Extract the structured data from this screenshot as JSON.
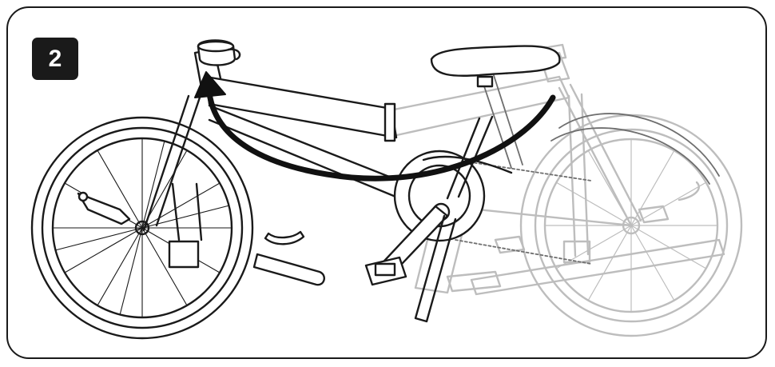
{
  "step": {
    "number": "2"
  },
  "colors": {
    "outline": "#1a1a1a",
    "ghost": "#bdbdbd",
    "arrow": "#111111",
    "badge_bg": "#1a1a1a",
    "badge_text": "#ffffff"
  },
  "icons": {
    "step_badge": "step-number-badge",
    "fold_arrow": "curved-fold-arrow"
  }
}
